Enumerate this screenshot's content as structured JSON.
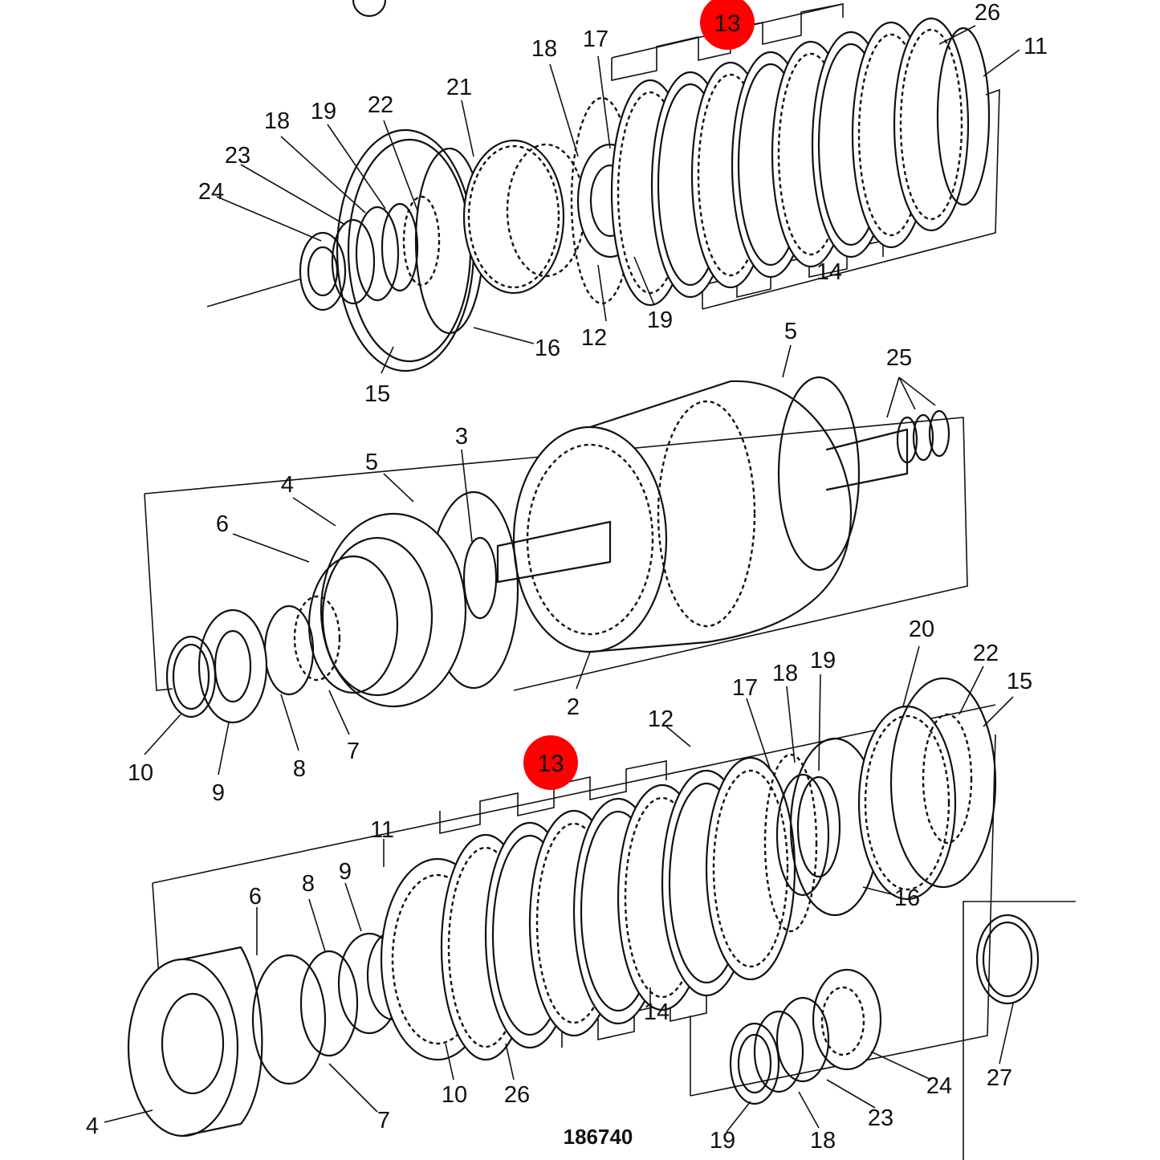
{
  "colors": {
    "ink": "#111111",
    "highlight": "#ff0000",
    "background": "#ffffff"
  },
  "reference_number": "186740",
  "highlighted_label": "13",
  "callouts": {
    "top": [
      "26",
      "11",
      "17",
      "18",
      "21",
      "22",
      "19",
      "18",
      "23",
      "24",
      "12",
      "19",
      "14",
      "16",
      "15"
    ],
    "middle": [
      "5",
      "25",
      "3",
      "5",
      "4",
      "6",
      "10",
      "9",
      "8",
      "7",
      "2"
    ],
    "bottom": [
      "20",
      "19",
      "18",
      "17",
      "22",
      "15",
      "12",
      "11",
      "9",
      "8",
      "6",
      "16",
      "14",
      "10",
      "26",
      "7",
      "4",
      "24",
      "23",
      "18",
      "19",
      "27"
    ]
  },
  "highlights": {
    "top": "13",
    "bottom": "13"
  }
}
